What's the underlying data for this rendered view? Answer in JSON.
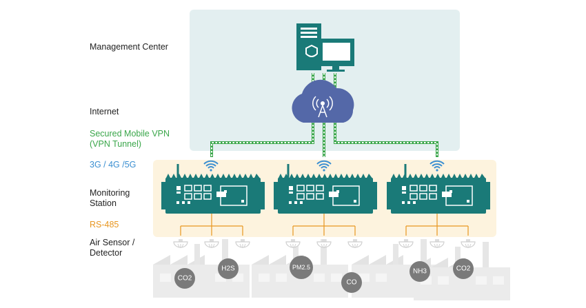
{
  "labels": {
    "management_center": "Management Center",
    "internet": "Internet",
    "vpn": "Secured Mobile VPN\n(VPN Tunnel)",
    "cellular": "3G / 4G /5G",
    "monitoring": "Monitoring\nStation",
    "rs485": "RS-485",
    "sensor": "Air Sensor /\nDetector"
  },
  "gases": [
    "CO2",
    "H2S",
    "PM2.5",
    "CO",
    "NH3",
    "CO2"
  ],
  "colors": {
    "teal": "#1a7a78",
    "vpn_green": "#3aa64a",
    "wifi_blue": "#3b8fd1",
    "rs485_orange": "#e8961f",
    "cloud": "#5468a8",
    "gas_bubble": "#7a7a7a",
    "mgmt_bg": "#e3eff0",
    "station_bg": "#fdf3de"
  }
}
